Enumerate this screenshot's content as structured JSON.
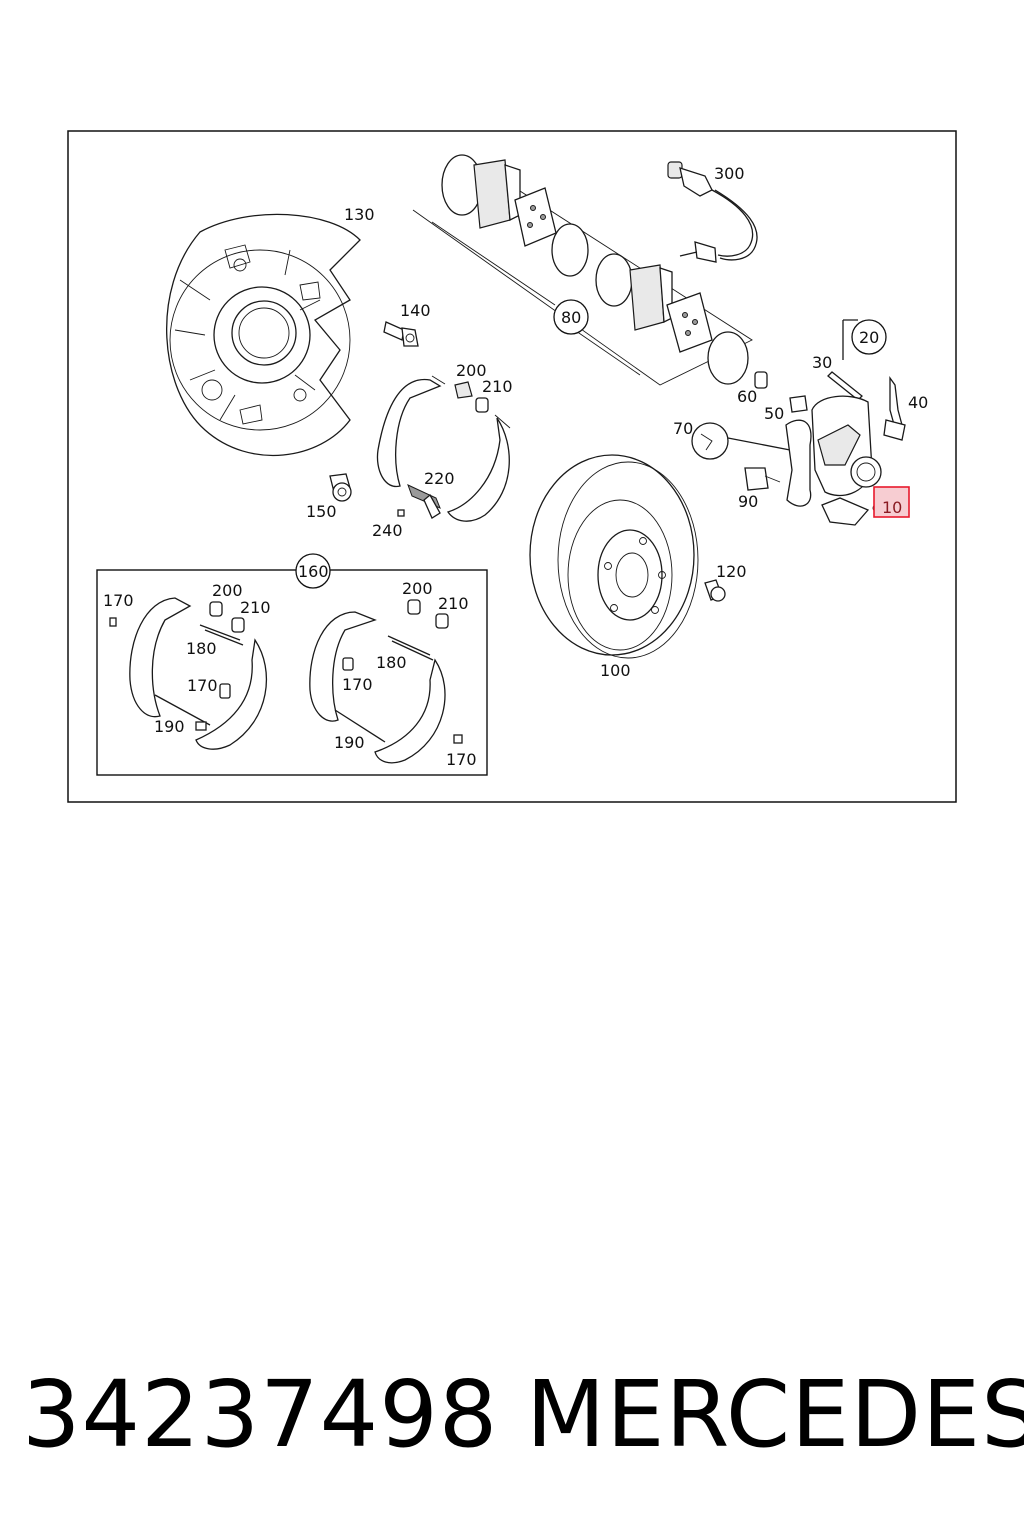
{
  "diagram": {
    "callouts": {
      "c10": "10",
      "c20": "20",
      "c30": "30",
      "c40": "40",
      "c50": "50",
      "c60": "60",
      "c70": "70",
      "c80": "80",
      "c90": "90",
      "c100": "100",
      "c120": "120",
      "c130": "130",
      "c140": "140",
      "c150": "150",
      "c160": "160",
      "c200": "200",
      "c210": "210",
      "c220": "220",
      "c240": "240",
      "c300": "300",
      "c170a": "170",
      "c200a": "200",
      "c210a": "210",
      "c180a": "180",
      "c170b": "170",
      "c190a": "190",
      "c200b": "200",
      "c210b": "210",
      "c180b": "180",
      "c170c": "170",
      "c190b": "190",
      "c170d": "170"
    },
    "highlighted_callout": "10",
    "highlight_color": "#e8192c"
  },
  "caption": {
    "part_number": "34237498",
    "brand": "MERCEDES"
  }
}
